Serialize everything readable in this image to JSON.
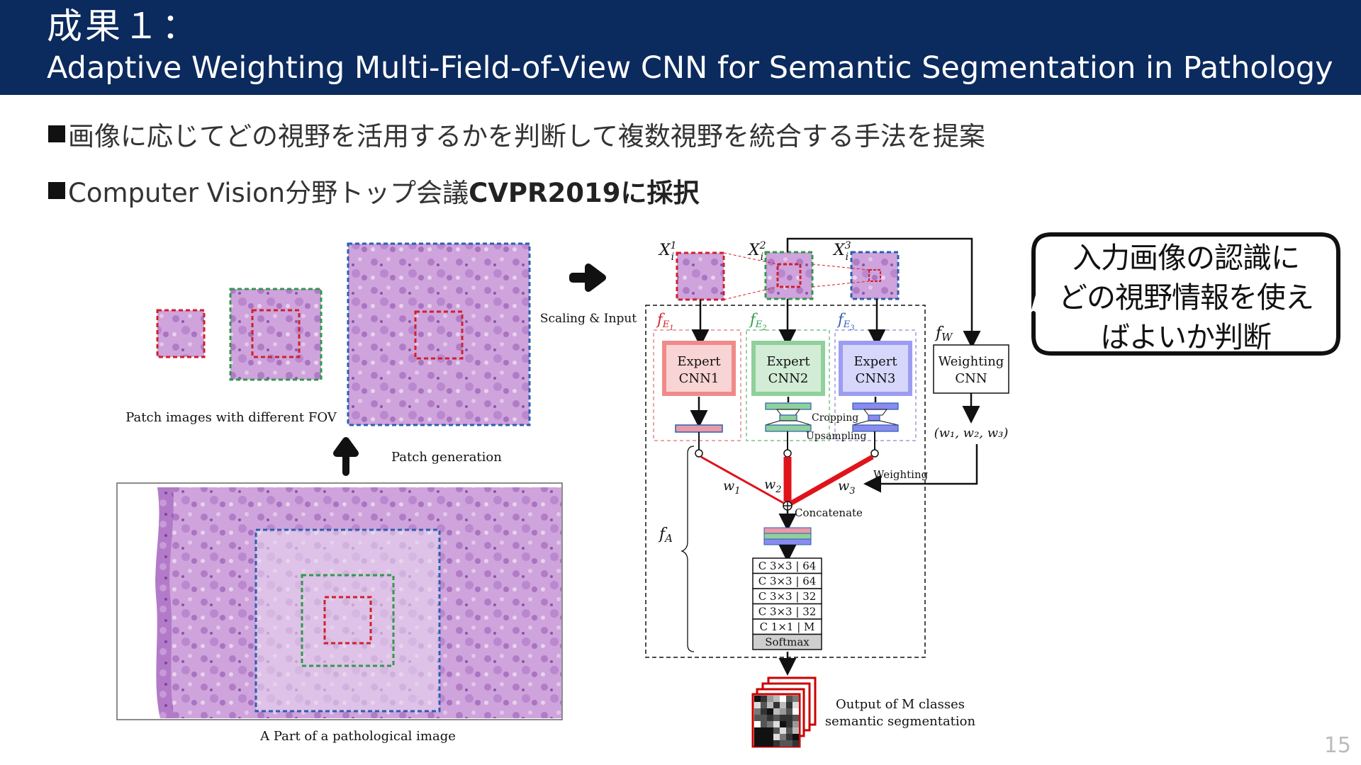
{
  "header": {
    "title_line1": "成果１：",
    "title_line2": "Adaptive Weighting Multi-Field-of-View CNN for Semantic Segmentation in Pathology"
  },
  "bullets": {
    "b1": "画像に応じてどの視野を活用するかを判断して複数視野を統合する手法を提案",
    "b2_normal": "Computer Vision分野トップ会議",
    "b2_bold": "CVPR2019に採択"
  },
  "diagram": {
    "patch_images_caption": "Patch images with different FOV",
    "patch_generation": "Patch generation",
    "pathological_caption": "A Part of a pathological image",
    "scaling_input": "Scaling & Input",
    "x1_label": "X",
    "x1_sup": "1",
    "x2_sup": "2",
    "x3_sup": "3",
    "x_sub": "i",
    "fe1": "f",
    "fe_sub1": "E",
    "fe_subsub1": "1",
    "fe_subsub2": "2",
    "fe_subsub3": "3",
    "fw": "f",
    "fw_sub": "W",
    "expert1_a": "Expert",
    "expert1_b": "CNN1",
    "expert2_b": "CNN2",
    "expert3_b": "CNN3",
    "weighting_a": "Weighting",
    "weighting_b": "CNN",
    "weights_tuple": "(w₁, w₂, w₃)",
    "cropping": "Cropping",
    "upsampling": "Upsampling",
    "weighting_label": "Weighting",
    "w1": "w",
    "w_sub1": "1",
    "w_sub2": "2",
    "w_sub3": "3",
    "concatenate": "Concatenate",
    "fa": "f",
    "fa_sub": "A",
    "layers": [
      "C 3×3 | 64",
      "C 3×3 | 64",
      "C 3×3 | 32",
      "C 3×3 | 32",
      "C 1×1 | M"
    ],
    "softmax": "Softmax",
    "output_a": "Output of  M classes",
    "output_b": "semantic segmentation"
  },
  "callout": {
    "line1": "入力画像の認識に",
    "line2": "どの視野情報を使え",
    "line3": "ばよいか判断"
  },
  "page_number": "15",
  "colors": {
    "header_bg": "#0b2a5e",
    "red": "#d0202a",
    "green": "#2f9a4a",
    "blue": "#2a5fb0",
    "tissue": "#c99bd6"
  }
}
